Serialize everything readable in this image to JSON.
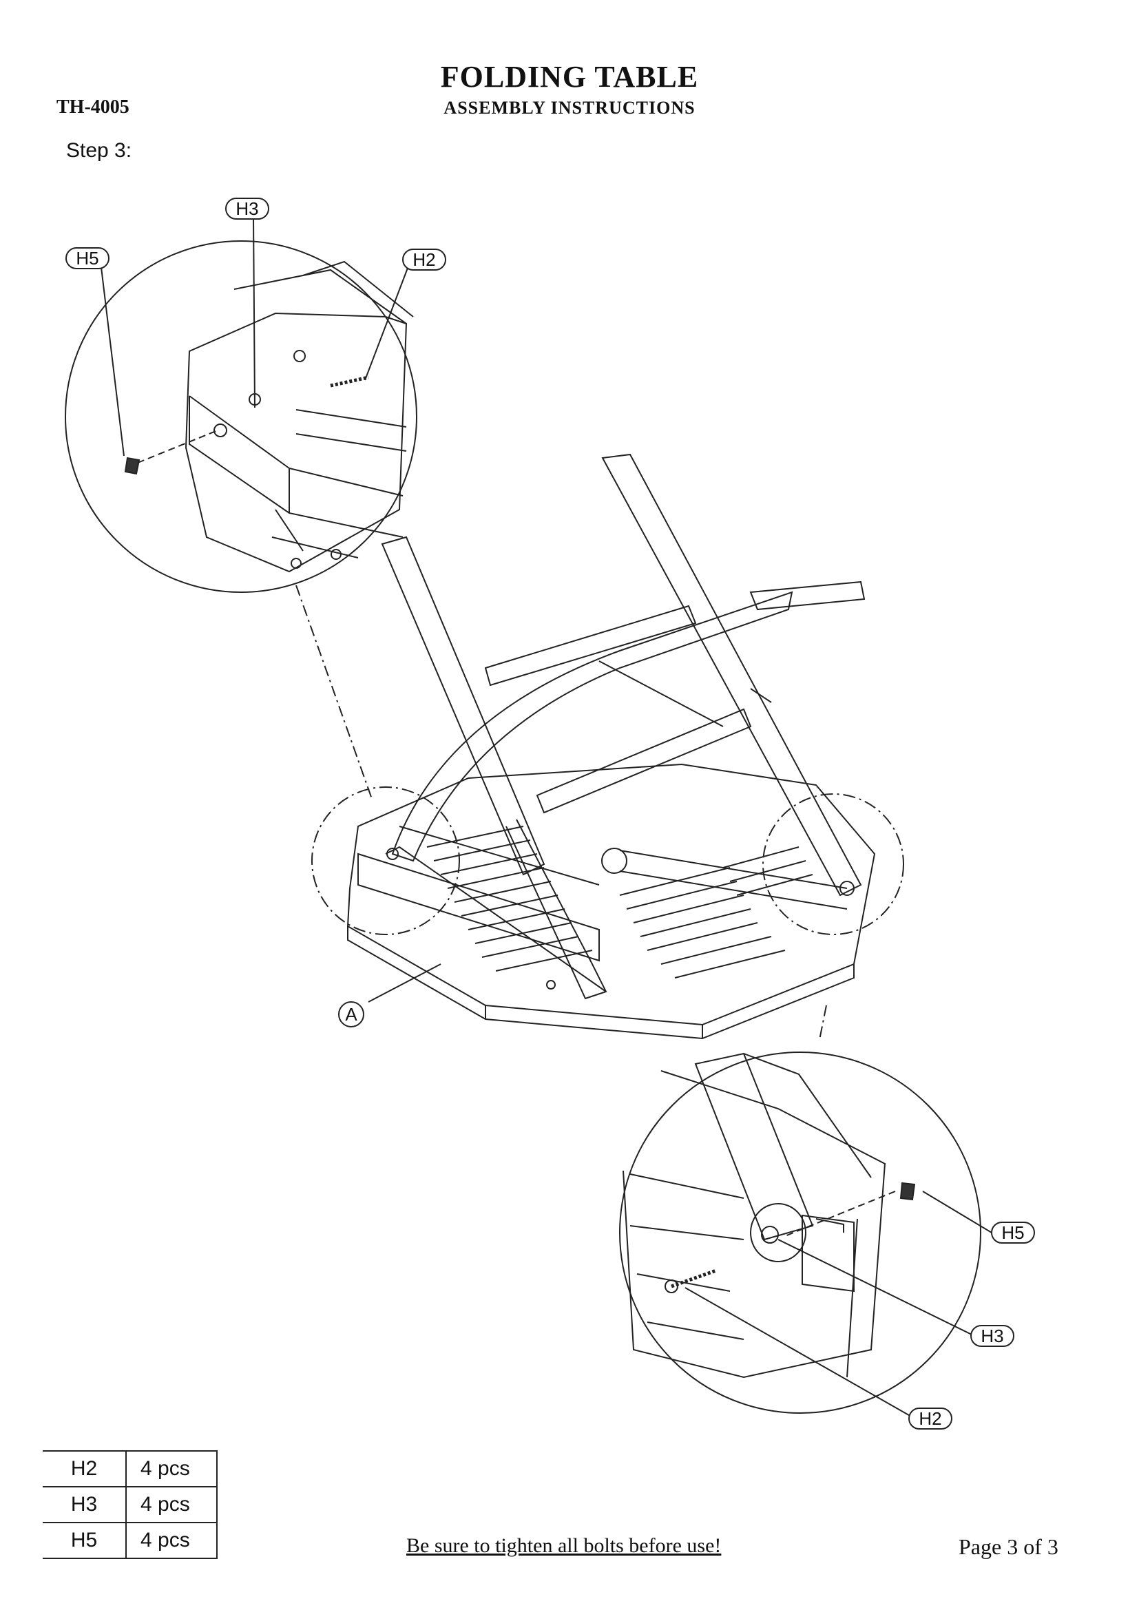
{
  "header": {
    "model": "TH-4005",
    "title": "FOLDING TABLE",
    "subtitle": "ASSEMBLY INSTRUCTIONS",
    "step": "Step 3:"
  },
  "labels": {
    "top_h3": "H3",
    "top_h5": "H5",
    "top_h2": "H2",
    "part_a": "A",
    "bottom_h5": "H5",
    "bottom_h3": "H3",
    "bottom_h2": "H2"
  },
  "parts": [
    {
      "code": "H2",
      "qty": "4 pcs"
    },
    {
      "code": "H3",
      "qty": "4 pcs"
    },
    {
      "code": "H5",
      "qty": "4 pcs"
    }
  ],
  "footer": {
    "note": "Be sure to tighten all bolts before use!",
    "page": "Page 3 of 3"
  }
}
